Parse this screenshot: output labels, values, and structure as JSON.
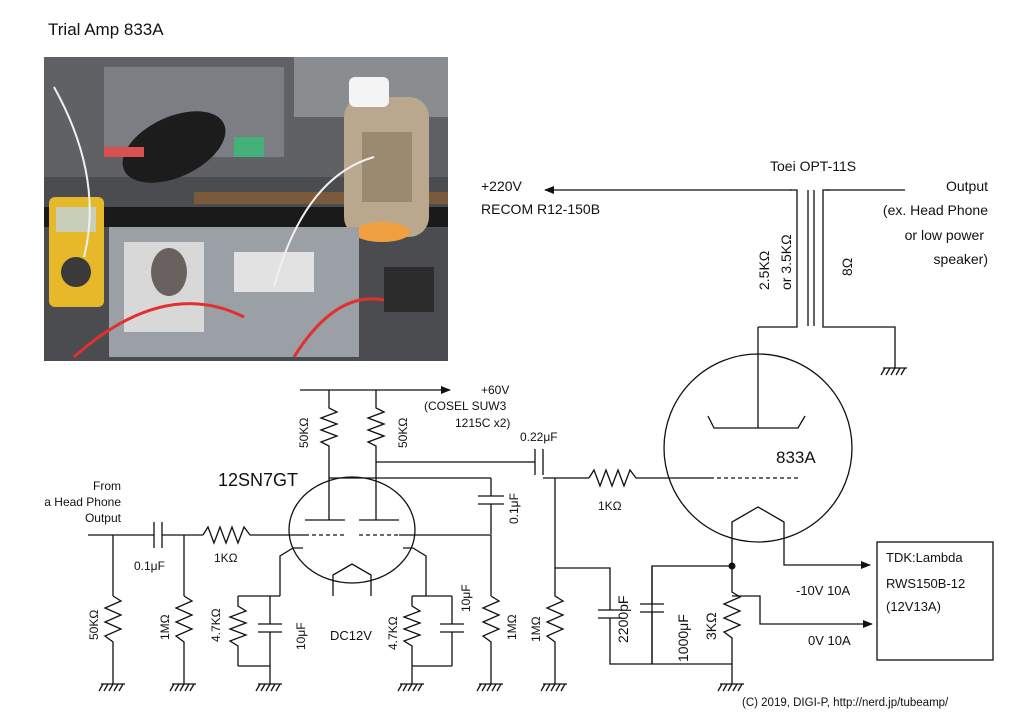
{
  "title": "Trial Amp 833A",
  "photo": {
    "description": ""
  },
  "labels": {
    "transformer": "Toei OPT-11S",
    "b_plus_v": "+220V",
    "b_plus_src": "RECOM R12-150B",
    "output_1": "Output",
    "output_2": "(ex. Head Phone",
    "output_3": "or low power",
    "output_4": "speaker)",
    "primary_1": "2.5KΩ",
    "primary_2": "or 3.5KΩ",
    "secondary": "8Ω",
    "supply_v": "+60V",
    "supply_src_1": "(COSEL SUW3",
    "supply_src_2": "1215C x2)",
    "r_plate_1": "50KΩ",
    "r_plate_2": "50KΩ",
    "c_coupling": "0.22μF",
    "tube_main": "833A",
    "driver_tube": "12SN7GT",
    "input_1": "From",
    "input_2": "a Head Phone",
    "input_3": "Output",
    "c_input": "0.1μF",
    "r_input_series": "1KΩ",
    "c_bypass_01": "0.1μF",
    "r_grid_stopper": "1KΩ",
    "r_in_shunt": "50KΩ",
    "r_in_grid": "1MΩ",
    "r_cathode_1": "4.7KΩ",
    "c_cathode_1": "10μF",
    "heater": "DC12V",
    "r_cathode_2": "4.7KΩ",
    "c_cathode_2": "10μF",
    "r_grid_2": "1MΩ",
    "r_grid_833": "1MΩ",
    "c_2200": "2200pF",
    "c_1000": "1000μF",
    "r_3k": "3KΩ",
    "psu_1": "TDK:Lambda",
    "psu_2": "RWS150B-12",
    "psu_3": "(12V13A)",
    "out_neg10": "-10V 10A",
    "out_0v": "0V 10A"
  },
  "copyright": "(C) 2019, DIGI-P, http://nerd.jp/tubeamp/"
}
